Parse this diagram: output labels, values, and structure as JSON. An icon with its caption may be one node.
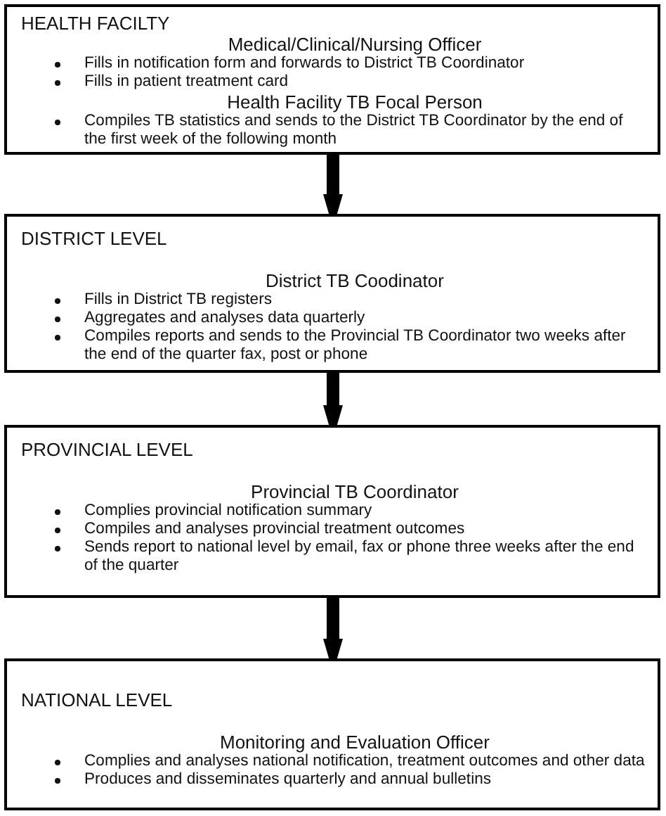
{
  "diagram": {
    "nodes": [
      {
        "text": [
          "HEALTH FACILTY",
          "Medical/Clinical/Nursing Officer",
          "Fills in notification form and forwards to District TB Coordinator",
          "Fills in patient treatment card",
          "Health Facility TB Focal Person",
          "Compiles TB statistics and sends to the District TB Coordinator by the end of the first week of the following month"
        ]
      },
      {
        "text": [
          "DISTRICT LEVEL",
          "District TB Coodinator",
          "Fills in District TB registers",
          "Aggregates and analyses data quarterly",
          "Compiles reports and sends to the Provincial TB Coordinator two weeks after the end of the quarter fax, post or phone"
        ]
      },
      {
        "text": [
          "PROVINCIAL LEVEL",
          "Provincial TB Coordinator",
          "Complies provincial notification summary",
          "Compiles and analyses provincial treatment outcomes",
          "Sends report to national level by email, fax or phone three weeks after the end of the quarter"
        ]
      },
      {
        "text": [
          "NATIONAL LEVEL",
          "Monitoring and Evaluation Officer",
          "Complies and analyses national notification, treatment outcomes and other data",
          "Produces and disseminates quarterly and annual bulletins"
        ]
      }
    ],
    "edges": [
      {
        "from": 0,
        "to": 1,
        "arrow": "to"
      },
      {
        "from": 1,
        "to": 2,
        "arrow": "to"
      },
      {
        "from": 2,
        "to": 3,
        "arrow": "to"
      }
    ]
  }
}
